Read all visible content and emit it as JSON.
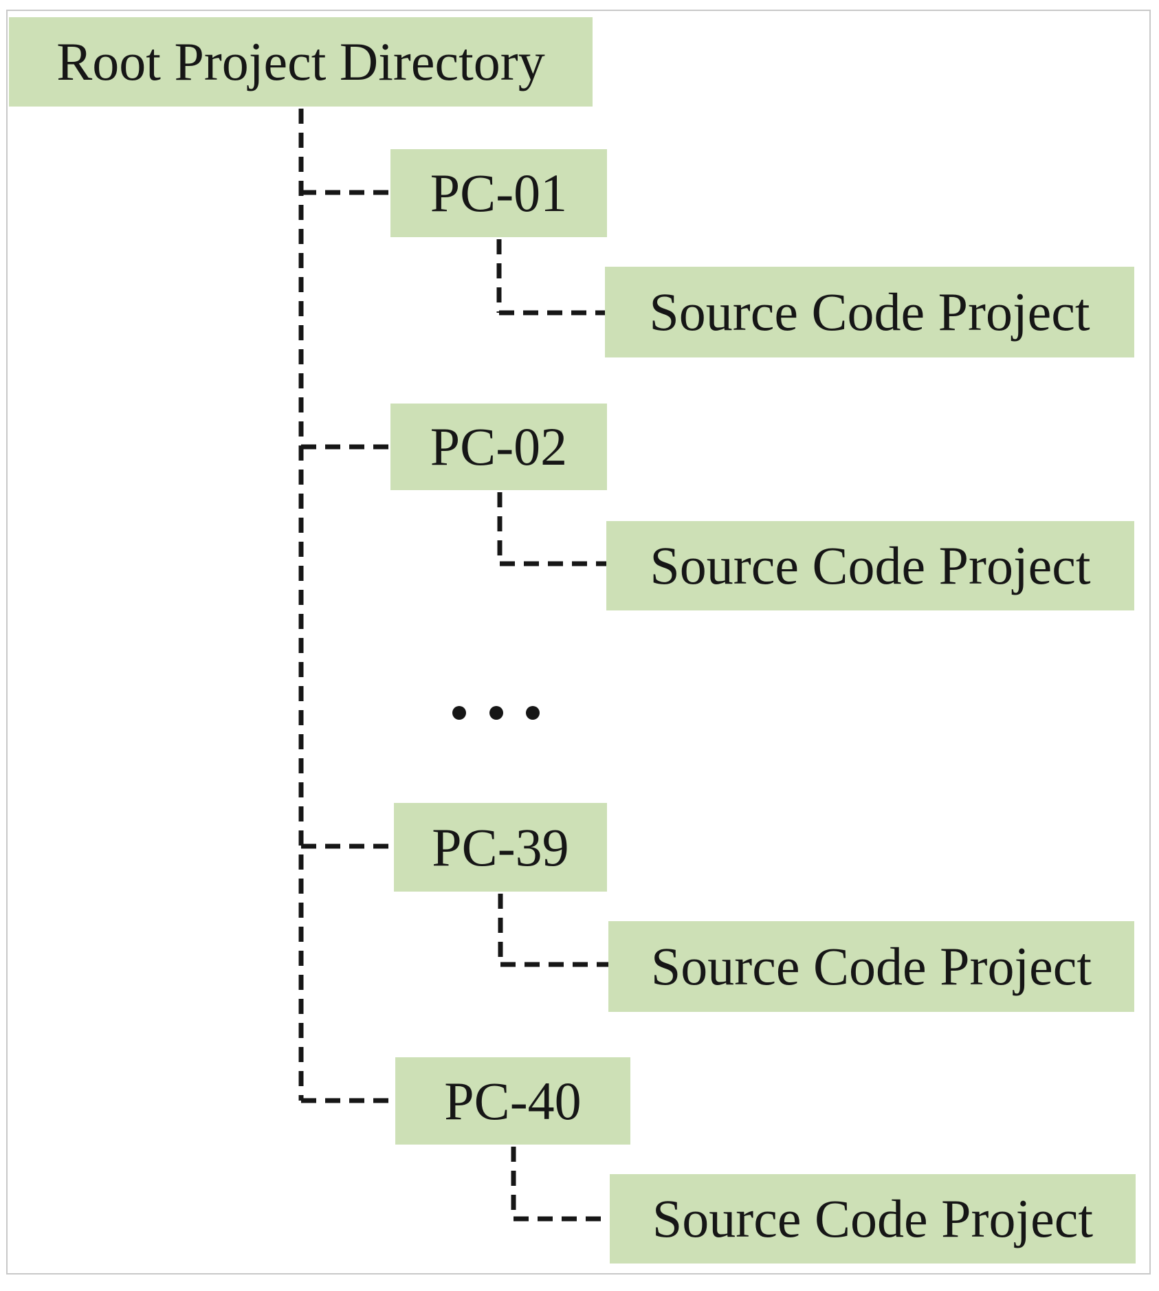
{
  "diagram": {
    "root_label": "Root Project Directory",
    "branches": [
      {
        "label": "PC-01",
        "child_label": "Source Code Project"
      },
      {
        "label": "PC-02",
        "child_label": "Source Code Project"
      },
      {
        "label": "PC-39",
        "child_label": "Source Code Project"
      },
      {
        "label": "PC-40",
        "child_label": "Source Code Project"
      }
    ]
  },
  "icons": {
    "ellipsis": "three-dots-horizontal"
  },
  "colors": {
    "background": "#ffffff",
    "box_fill": "#cde0b6",
    "line": "#161616",
    "text": "#161616",
    "canvas_border": "#c8c8c8"
  }
}
